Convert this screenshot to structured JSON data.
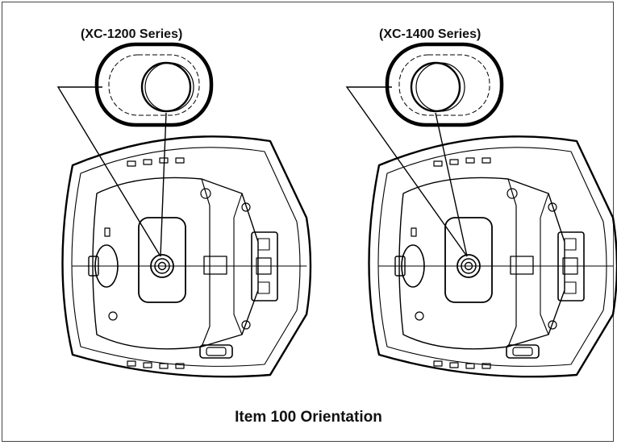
{
  "diagram": {
    "left_label": "(XC-1200 Series)",
    "right_label": "(XC-1400 Series)",
    "caption": "Item 100 Orientation"
  }
}
